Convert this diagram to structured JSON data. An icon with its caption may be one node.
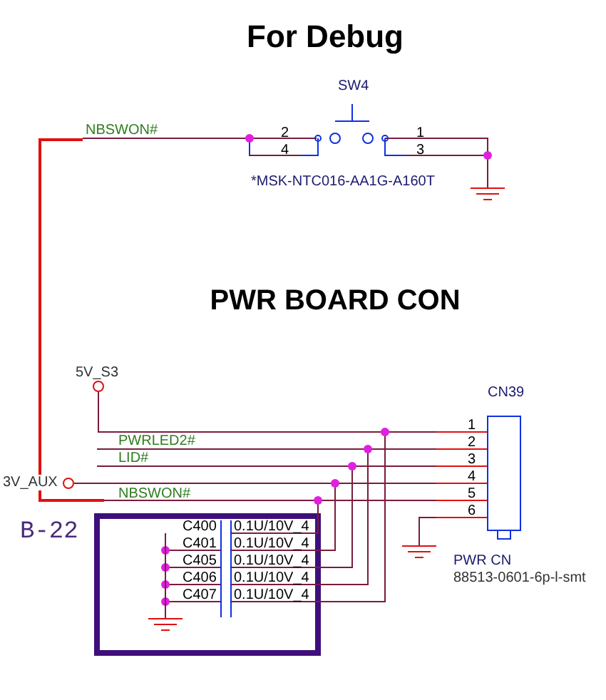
{
  "diagram": {
    "labels": [
      "For Debug",
      "SW4",
      "NBSWON#",
      "2",
      "1",
      "4",
      "3",
      "*MSK-NTC016-AA1G-A160T",
      "PWR BOARD CON",
      "5V_S3",
      "CN39",
      "1",
      "PWRLED2#",
      "2",
      "LID#",
      "3",
      "3V_AUX",
      "4",
      "NBSWON#",
      "5",
      "6",
      "B-22",
      "C400",
      "0.1U/10V_4",
      "C401",
      "0.1U/10V_4",
      "C405",
      "0.1U/10V_4",
      "C406",
      "0.1U/10V_4",
      "C407",
      "0.1U/10V_4",
      "PWR CN",
      "88513-0601-6p-l-smt"
    ]
  }
}
